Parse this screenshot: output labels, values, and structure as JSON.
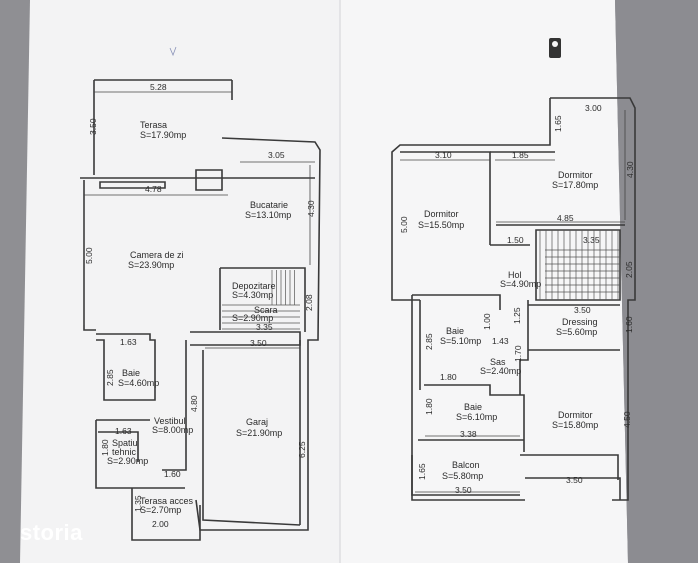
{
  "brand": {
    "watermark": "storia"
  },
  "ground_floor": {
    "rooms": [
      {
        "id": "terasa",
        "lines": [
          "Terasa",
          "S=17.90mp"
        ]
      },
      {
        "id": "bucatarie",
        "lines": [
          "Bucatarie",
          "S=13.10mp"
        ]
      },
      {
        "id": "camera-de-zi",
        "lines": [
          "Camera de zi",
          "S=23.90mp"
        ]
      },
      {
        "id": "depozitare",
        "lines": [
          "Depozitare",
          "S=4.30mp"
        ]
      },
      {
        "id": "scara",
        "lines": [
          "Scara",
          "S=2.90mp"
        ]
      },
      {
        "id": "baie",
        "lines": [
          "Baie",
          "S=4.60mp"
        ]
      },
      {
        "id": "vestibul",
        "lines": [
          "Vestibul",
          "S=8.00mp"
        ]
      },
      {
        "id": "spatiu-tehnic",
        "lines": [
          "Spatiu",
          "tehnic",
          "S=2.90mp"
        ]
      },
      {
        "id": "garaj",
        "lines": [
          "Garaj",
          "S=21.90mp"
        ]
      },
      {
        "id": "terasa-acces",
        "lines": [
          "Terasa acces",
          "S=2.70mp"
        ]
      }
    ],
    "dimensions": [
      "5.28",
      "3.50",
      "3.05",
      "4.78",
      "4.30",
      "5.00",
      "2.08",
      "3.35",
      "1.63",
      "3.50",
      "2.85",
      "4.80",
      "1.63",
      "6.25",
      "1.80",
      "1.60",
      "1.35",
      "2.00"
    ]
  },
  "upper_floor": {
    "rooms": [
      {
        "id": "dormitor-1",
        "lines": [
          "Dormitor",
          "S=17.80mp"
        ]
      },
      {
        "id": "dormitor-2",
        "lines": [
          "Dormitor",
          "S=15.50mp"
        ]
      },
      {
        "id": "hol",
        "lines": [
          "Hol",
          "S=4.90mp"
        ]
      },
      {
        "id": "baie-1",
        "lines": [
          "Baie",
          "S=5.10mp"
        ]
      },
      {
        "id": "dressing",
        "lines": [
          "Dressing",
          "S=5.60mp"
        ]
      },
      {
        "id": "sas",
        "lines": [
          "Sas",
          "S=2.40mp"
        ]
      },
      {
        "id": "baie-2",
        "lines": [
          "Baie",
          "S=6.10mp"
        ]
      },
      {
        "id": "dormitor-3",
        "lines": [
          "Dormitor",
          "S=15.80mp"
        ]
      },
      {
        "id": "balcon",
        "lines": [
          "Balcon",
          "S=5.80mp"
        ]
      }
    ],
    "dimensions": [
      "3.00",
      "1.65",
      "3.10",
      "1.85",
      "4.30",
      "4.85",
      "5.00",
      "1.50",
      "3.35",
      "2.05",
      "3.50",
      "2.85",
      "1.00",
      "1.25",
      "1.43",
      "1.60",
      "1.70",
      "1.80",
      "1.80",
      "4.50",
      "3.38",
      "1.65",
      "3.50",
      "3.50"
    ]
  }
}
